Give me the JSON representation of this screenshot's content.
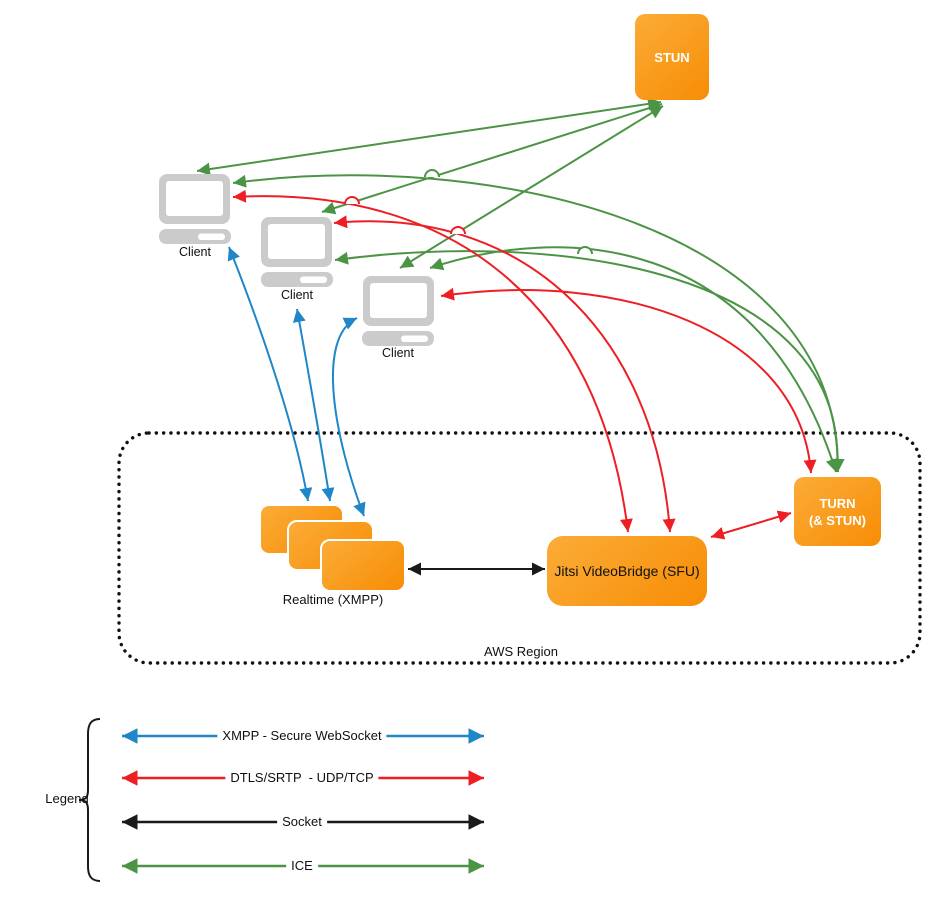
{
  "nodes": {
    "stun": {
      "label": "STUN"
    },
    "turn": {
      "line1": "TURN",
      "line2": "(& STUN)"
    },
    "jvb": {
      "label": "Jitsi VideoBridge (SFU)"
    },
    "xmpp_stack": {
      "label": "Realtime (XMPP)"
    },
    "clients": [
      {
        "label": "Client"
      },
      {
        "label": "Client"
      },
      {
        "label": "Client"
      }
    ],
    "region": {
      "label": "AWS Region"
    }
  },
  "edges": [
    {
      "from": "client1",
      "to": "stun",
      "type": "ICE",
      "bidirectional": true
    },
    {
      "from": "client2",
      "to": "stun",
      "type": "ICE",
      "bidirectional": true
    },
    {
      "from": "client3",
      "to": "stun",
      "type": "ICE",
      "bidirectional": true
    },
    {
      "from": "client1",
      "to": "turn",
      "type": "ICE",
      "bidirectional": true
    },
    {
      "from": "client2",
      "to": "turn",
      "type": "ICE",
      "bidirectional": true
    },
    {
      "from": "client3",
      "to": "turn",
      "type": "ICE",
      "bidirectional": true
    },
    {
      "from": "client1",
      "to": "jvb",
      "type": "DTLS/SRTP - UDP/TCP",
      "bidirectional": true
    },
    {
      "from": "client2",
      "to": "jvb",
      "type": "DTLS/SRTP - UDP/TCP",
      "bidirectional": true
    },
    {
      "from": "client3",
      "to": "turn",
      "type": "DTLS/SRTP - UDP/TCP",
      "bidirectional": true
    },
    {
      "from": "jvb",
      "to": "turn",
      "type": "DTLS/SRTP - UDP/TCP",
      "bidirectional": true
    },
    {
      "from": "client1",
      "to": "xmpp_stack",
      "type": "XMPP - Secure WebSocket",
      "bidirectional": true
    },
    {
      "from": "client2",
      "to": "xmpp_stack",
      "type": "XMPP - Secure WebSocket",
      "bidirectional": true
    },
    {
      "from": "client3",
      "to": "xmpp_stack",
      "type": "XMPP - Secure WebSocket",
      "bidirectional": true
    },
    {
      "from": "xmpp_stack",
      "to": "jvb",
      "type": "Socket",
      "bidirectional": true
    }
  ],
  "legend": {
    "title": "Legend",
    "items": [
      {
        "label": "XMPP - Secure WebSocket",
        "color": "#1f86c8"
      },
      {
        "label": "DTLS/SRTP  - UDP/TCP",
        "color": "#ed1f24"
      },
      {
        "label": "Socket",
        "color": "#1a1a1a"
      },
      {
        "label": "ICE",
        "color": "#4b9445"
      }
    ]
  },
  "colors": {
    "xmpp_blue": "#1f86c8",
    "dtls_red": "#ed1f24",
    "socket_black": "#1a1a1a",
    "ice_green": "#4b9445",
    "orange_light": "#fbac38",
    "orange_dark": "#f78d05",
    "client_gray": "#cbcbcb"
  }
}
